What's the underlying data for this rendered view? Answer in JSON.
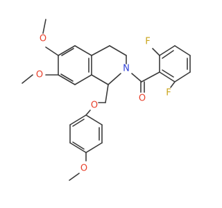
{
  "colors": {
    "bond": "#3a3a3a",
    "oxygen": "#e8412c",
    "nitrogen": "#2f3fd6",
    "fluorine": "#c9a317"
  },
  "atoms": {
    "o_methoxy_6": "O",
    "o_methoxy_7": "O",
    "o_ether_linker": "O",
    "o_methoxy_para": "O",
    "o_carbonyl": "O",
    "n_ring": "N",
    "f_top": "F",
    "f_bottom": "F"
  }
}
